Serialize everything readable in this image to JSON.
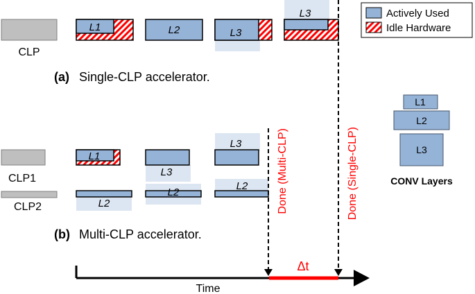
{
  "legend": {
    "used_label": "Actively Used",
    "idle_label": "Idle Hardware"
  },
  "colors": {
    "used_fill": "#95b3d7",
    "ghost_fill": "#dce6f2",
    "idle_stripe": "#ff0000",
    "clp_fill": "#bfbfbf",
    "marker": "#ff0000"
  },
  "single": {
    "clp_label": "CLP",
    "caption_tag": "(a)",
    "caption_text": "Single-CLP accelerator.",
    "layers": [
      "L1",
      "L2",
      "L3",
      "L3"
    ]
  },
  "multi": {
    "clp1_label": "CLP1",
    "clp2_label": "CLP2",
    "caption_tag": "(b)",
    "caption_text": "Multi-CLP accelerator.",
    "clp1_layers": [
      "L1",
      "L3",
      "L3"
    ],
    "clp2_layers": [
      "L2",
      "L2",
      "L2"
    ]
  },
  "conv": {
    "title": "CONV Layers",
    "layers": [
      "L1",
      "L2",
      "L3"
    ]
  },
  "timeline": {
    "time_label": "Time",
    "delta_label": "Δt",
    "done_multi": "Done (Multi-CLP)",
    "done_single": "Done (Single-CLP)"
  }
}
